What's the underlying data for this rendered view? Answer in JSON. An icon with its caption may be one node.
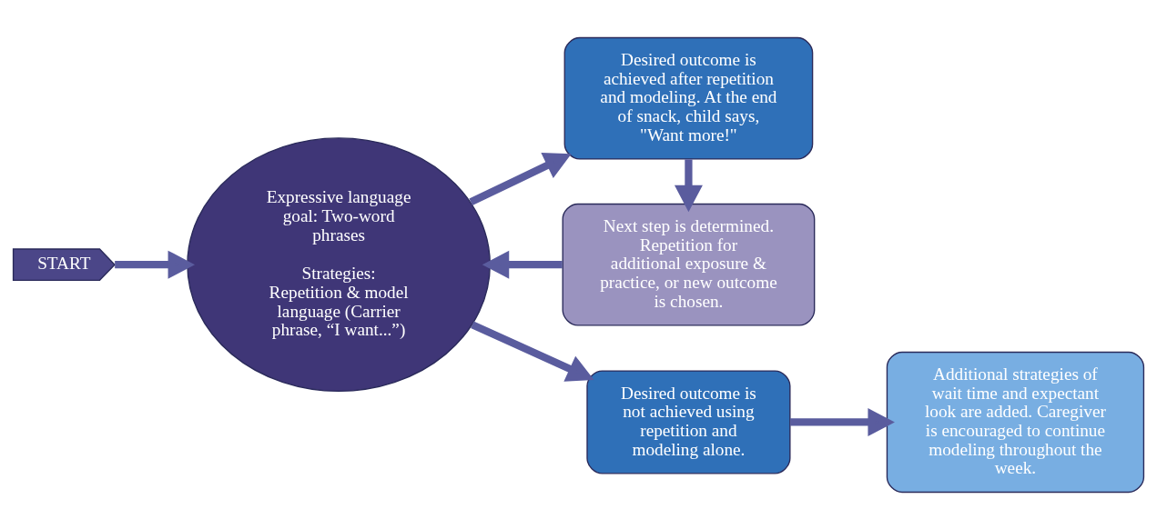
{
  "diagram": {
    "nodes": [
      {
        "text": [
          "START"
        ]
      },
      {
        "text": [
          "Expressive language goal: Two-word phrases",
          "Strategies: Repetition & model language (Carrier phrase, “I want...”)"
        ]
      },
      {
        "text": [
          "Desired outcome is achieved after repetition and modeling. At the end of snack, child says, \"Want more!\""
        ]
      },
      {
        "text": [
          "Next step is determined. Repetition for additional exposure & practice, or new outcome is chosen."
        ]
      },
      {
        "text": [
          "Desired outcome is not achieved using repetition and modeling alone."
        ]
      },
      {
        "text": [
          "Additional strategies of wait time and expectant look are added. Caregiver is encouraged to continue modeling throughout the week."
        ]
      }
    ],
    "edges": [
      {
        "from": 0,
        "to": 1,
        "arrow": "to"
      },
      {
        "from": 1,
        "to": 2,
        "arrow": "to"
      },
      {
        "from": 2,
        "to": 3,
        "arrow": "to"
      },
      {
        "from": 3,
        "to": 1,
        "arrow": "to"
      },
      {
        "from": 1,
        "to": 4,
        "arrow": "to"
      },
      {
        "from": 4,
        "to": 5,
        "arrow": "to"
      }
    ]
  }
}
